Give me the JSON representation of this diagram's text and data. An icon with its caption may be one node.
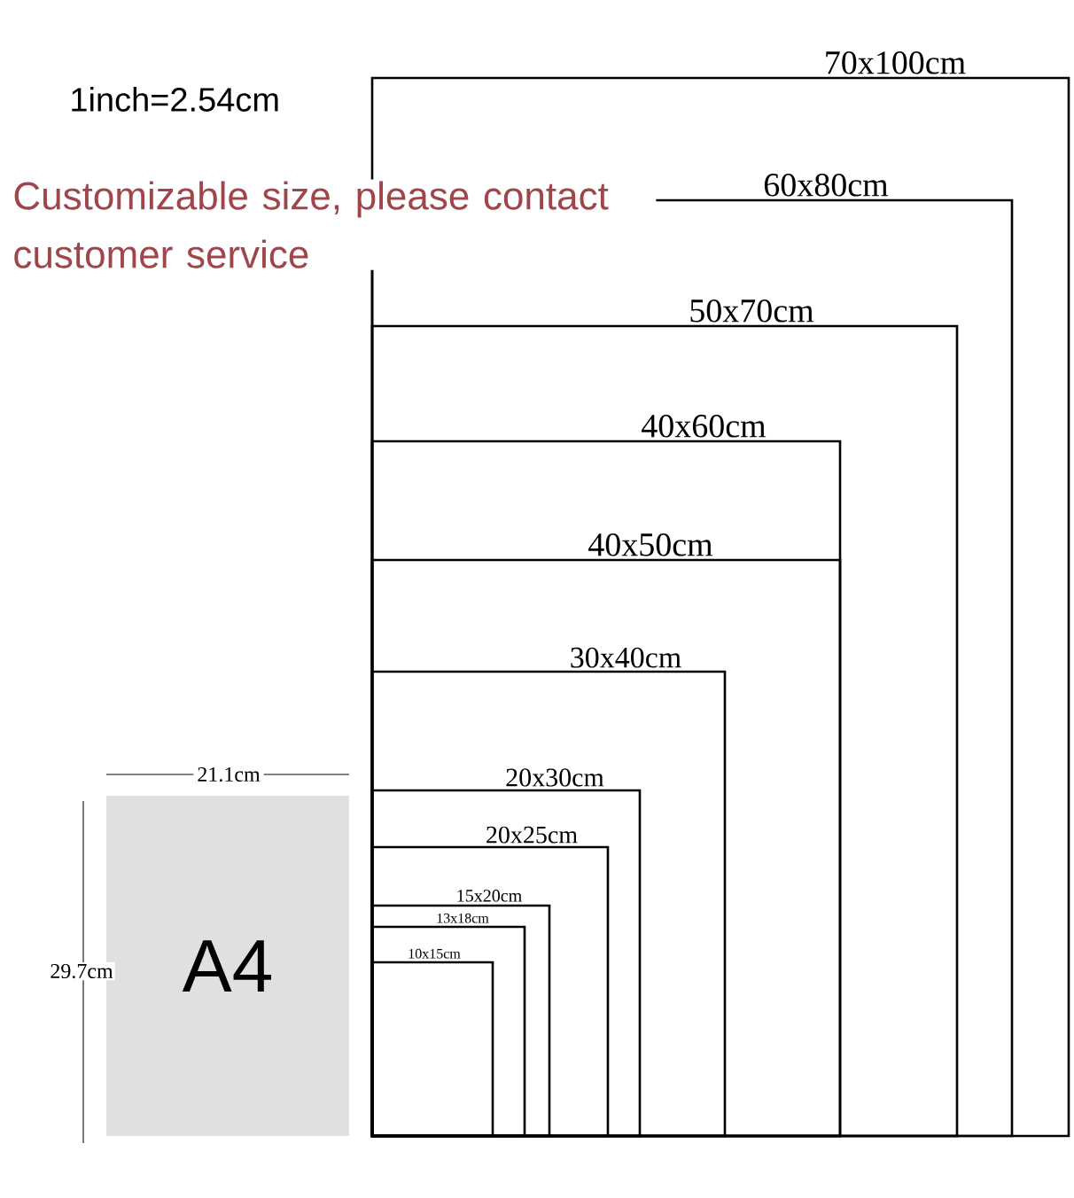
{
  "diagram": {
    "nodes": [
      {
        "text": [
          "70x100cm"
        ]
      },
      {
        "text": [
          "60x80cm"
        ],
        "in": 0
      },
      {
        "text": [
          "50x70cm"
        ],
        "in": 1
      },
      {
        "text": [
          "40x60cm"
        ],
        "in": 2
      },
      {
        "text": [
          "40x50cm"
        ],
        "in": 3
      },
      {
        "text": [
          "30x40cm"
        ],
        "in": 4
      },
      {
        "text": [
          "20x30cm"
        ],
        "in": 5
      },
      {
        "text": [
          "20x25cm"
        ],
        "in": 6
      },
      {
        "text": [
          "15x20cm"
        ],
        "in": 7
      },
      {
        "text": [
          "13x18cm"
        ],
        "in": 8
      },
      {
        "text": [
          "10x15cm"
        ],
        "in": 9
      },
      {
        "text": [
          "A4"
        ]
      }
    ],
    "labels": [
      "1inch=2.54cm",
      "Customizable size, please contact customer service",
      "21.1cm",
      "29.7cm"
    ]
  }
}
